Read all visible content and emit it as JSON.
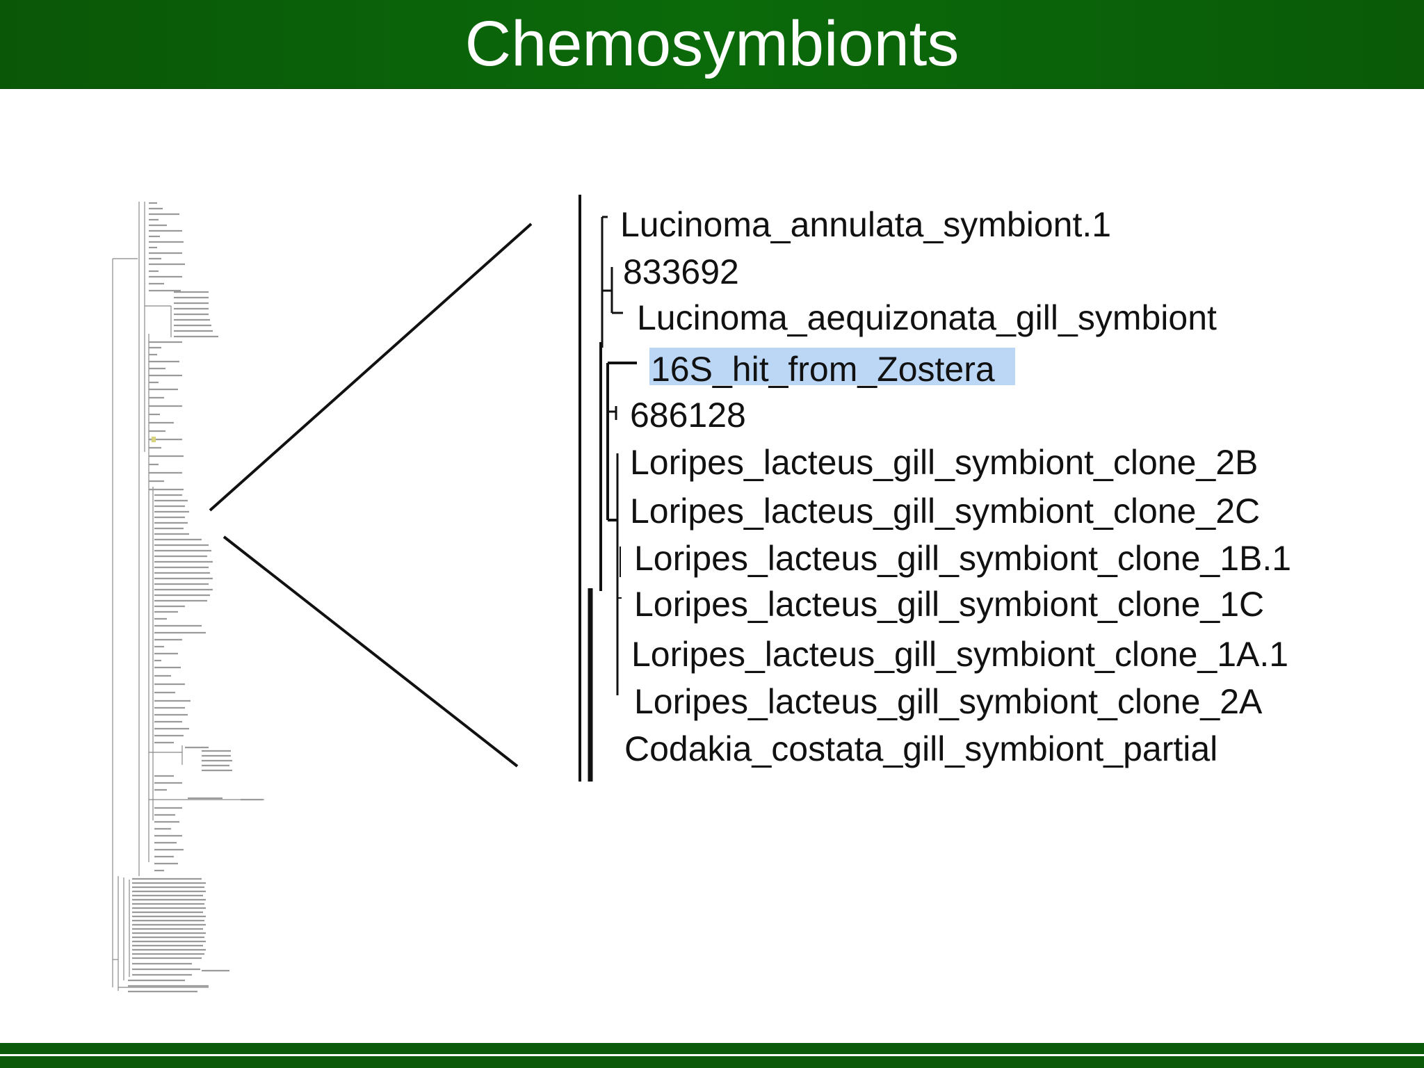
{
  "header": {
    "title": "Chemosymbionts"
  },
  "colors": {
    "header_green": "#0b6a0a",
    "highlight": "#bcd6f5",
    "line": "#111111"
  },
  "tree": {
    "leaves": [
      {
        "label": "Lucinoma_annulata_symbiont.1",
        "highlighted": false
      },
      {
        "label": "833692",
        "highlighted": false
      },
      {
        "label": "Lucinoma_aequizonata_gill_symbiont",
        "highlighted": false
      },
      {
        "label": "16S_hit_from_Zostera",
        "highlighted": true
      },
      {
        "label": "686128",
        "highlighted": false
      },
      {
        "label": "Loripes_lacteus_gill_symbiont_clone_2B",
        "highlighted": false
      },
      {
        "label": "Loripes_lacteus_gill_symbiont_clone_2C",
        "highlighted": false
      },
      {
        "label": "Loripes_lacteus_gill_symbiont_clone_1B.1",
        "highlighted": false
      },
      {
        "label": "Loripes_lacteus_gill_symbiont_clone_1C",
        "highlighted": false
      },
      {
        "label": "Loripes_lacteus_gill_symbiont_clone_1A.1",
        "highlighted": false
      },
      {
        "label": "Loripes_lacteus_gill_symbiont_clone_2A",
        "highlighted": false
      },
      {
        "label": "Codakia_costata_gill_symbiont_partial",
        "highlighted": false
      }
    ]
  }
}
